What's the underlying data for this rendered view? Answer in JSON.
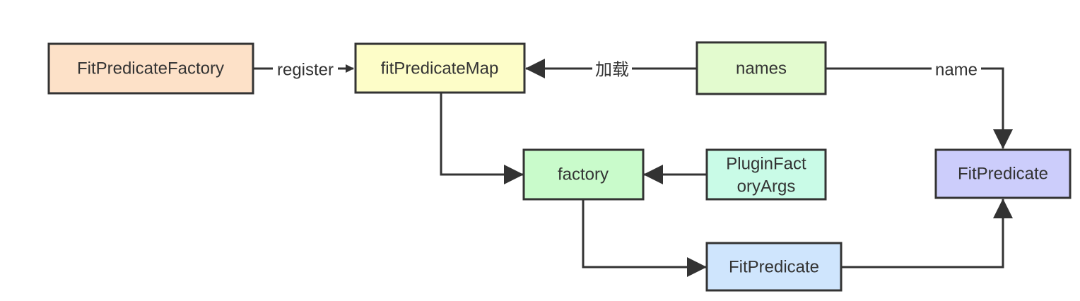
{
  "diagram": {
    "nodes": {
      "fit_predicate_factory": {
        "label": "FitPredicateFactory",
        "color": "#fde1c8"
      },
      "fit_predicate_map": {
        "label": "fitPredicateMap",
        "color": "#fdfdc8"
      },
      "names": {
        "label": "names",
        "color": "#e3fbcf"
      },
      "factory": {
        "label": "factory",
        "color": "#c9fbcb"
      },
      "plugin_factory_args": {
        "label_line1": "PluginFact",
        "label_line2": "oryArgs",
        "color": "#c9fbe7"
      },
      "fit_predicate_mid": {
        "label": "FitPredicate",
        "color": "#cfe5fd"
      },
      "fit_predicate_right": {
        "label": "FitPredicate",
        "color": "#cccdfb"
      }
    },
    "edges": {
      "register": {
        "label": "register"
      },
      "load": {
        "label": "加载"
      },
      "name": {
        "label": "name"
      }
    }
  }
}
